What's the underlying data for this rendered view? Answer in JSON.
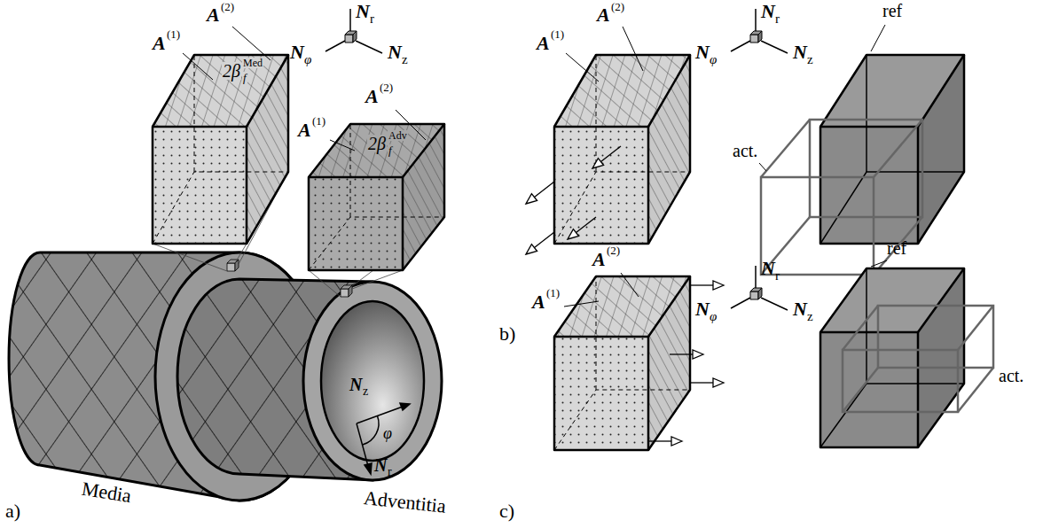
{
  "diagram": {
    "labels": [
      "N",
      "r",
      "N",
      "φ",
      "N",
      "z",
      "A",
      "(1)",
      "A",
      "(2)",
      "2β",
      "Med",
      "f",
      "A",
      "(1)",
      "A",
      "(2)",
      "2β",
      "Adv",
      "f",
      "Media",
      "Adventitia",
      "a)",
      "N",
      "z",
      "φ",
      "N",
      "r",
      "A",
      "(1)",
      "A",
      "(2)",
      "N",
      "r",
      "N",
      "φ",
      "N",
      "z",
      "ref",
      "act.",
      "b)",
      "A",
      "(1)",
      "A",
      "(2)",
      "N",
      "r",
      "N",
      "φ",
      "N",
      "z",
      "ref",
      "act.",
      "c)"
    ]
  }
}
